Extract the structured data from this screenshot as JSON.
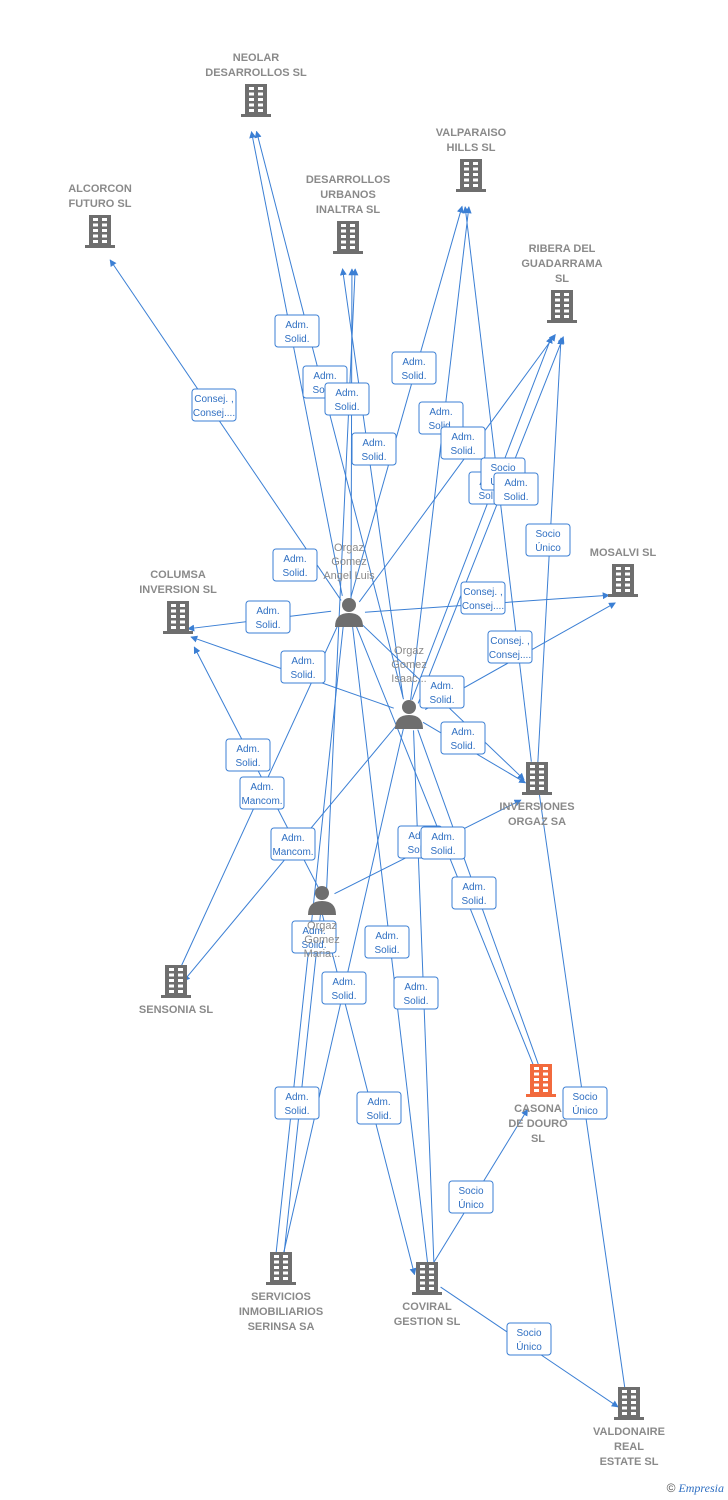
{
  "companies": [
    {
      "id": "neolar",
      "lines": [
        "NEOLAR",
        "DESARROLLOS SL"
      ],
      "main": false
    },
    {
      "id": "valparaiso",
      "lines": [
        "VALPARAISO",
        "HILLS SL"
      ],
      "main": false
    },
    {
      "id": "alcorcon",
      "lines": [
        "ALCORCON",
        "FUTURO SL"
      ],
      "main": false
    },
    {
      "id": "inaltra",
      "lines": [
        "DESARROLLOS",
        "URBANOS",
        "INALTRA SL"
      ],
      "main": false
    },
    {
      "id": "ribera",
      "lines": [
        "RIBERA DEL",
        "GUADARRAMA",
        "SL"
      ],
      "main": false
    },
    {
      "id": "mosalvi",
      "lines": [
        "MOSALVI SL"
      ],
      "main": false
    },
    {
      "id": "columsa",
      "lines": [
        "COLUMSA",
        "INVERSION SL"
      ],
      "main": false
    },
    {
      "id": "inversiones",
      "lines": [
        "INVERSIONES",
        "ORGAZ SA"
      ],
      "main": false
    },
    {
      "id": "sensonia",
      "lines": [
        "SENSONIA SL"
      ],
      "main": false
    },
    {
      "id": "casona",
      "lines": [
        "CASONA",
        "DE DOURO",
        "SL"
      ],
      "main": true
    },
    {
      "id": "serinsa",
      "lines": [
        "SERVICIOS",
        "INMOBILIARIOS",
        "SERINSA SA"
      ],
      "main": false
    },
    {
      "id": "coviral",
      "lines": [
        "COVIRAL",
        "GESTION SL"
      ],
      "main": false
    },
    {
      "id": "valdonaire",
      "lines": [
        "VALDONAIRE",
        "REAL",
        "ESTATE SL"
      ],
      "main": false
    }
  ],
  "persons": [
    {
      "id": "angel",
      "lines": [
        "Orgaz",
        "Gomez",
        "Angel Luis"
      ]
    },
    {
      "id": "isaac",
      "lines": [
        "Orgaz",
        "Gomez",
        "Isaac..."
      ]
    },
    {
      "id": "maria",
      "lines": [
        "Orgaz",
        "Gomez",
        "Maria..."
      ]
    }
  ],
  "edges": [
    {
      "from": "angel",
      "to": "neolar",
      "label": [
        "Adm.",
        "Solid."
      ]
    },
    {
      "from": "isaac",
      "to": "neolar",
      "label": [
        "Adm.",
        "Solid."
      ]
    },
    {
      "from": "angel",
      "to": "alcorcon",
      "label": [
        "Consej. ,",
        "Consej...."
      ]
    },
    {
      "from": "angel",
      "to": "inaltra",
      "label": [
        "Adm.",
        "Solid."
      ]
    },
    {
      "from": "maria",
      "to": "inaltra",
      "label": [
        "Adm.",
        "Solid."
      ]
    },
    {
      "from": "isaac",
      "to": "inaltra",
      "label": [
        "Adm.",
        "Solid."
      ]
    },
    {
      "from": "angel",
      "to": "valparaiso",
      "label": [
        "Adm.",
        "Solid."
      ]
    },
    {
      "from": "isaac",
      "to": "valparaiso",
      "label": [
        "Adm.",
        "Solid."
      ]
    },
    {
      "from": "angel",
      "to": "ribera",
      "label": [
        "Adm.",
        "Solid."
      ]
    },
    {
      "from": "isaac",
      "to": "ribera",
      "label": [
        "Adm.",
        "Solid."
      ]
    },
    {
      "from": "inversiones",
      "to": "valparaiso",
      "label": [
        "Socio",
        "Único"
      ]
    },
    {
      "from": "isaac",
      "to": "ribera",
      "label": [
        "Adm.",
        "Solid."
      ]
    },
    {
      "from": "inversiones",
      "to": "ribera",
      "label": [
        "Socio",
        "Único"
      ]
    },
    {
      "from": "angel",
      "to": "mosalvi",
      "label": [
        "Consej. ,",
        "Consej...."
      ]
    },
    {
      "from": "isaac",
      "to": "mosalvi",
      "label": [
        "Consej. ,",
        "Consej...."
      ]
    },
    {
      "from": "angel",
      "to": "columsa",
      "label": [
        "Adm.",
        "Solid."
      ]
    },
    {
      "from": "isaac",
      "to": "columsa",
      "label": [
        "Adm.",
        "Solid."
      ]
    },
    {
      "from": "angel",
      "to": "inversiones",
      "label": [
        "Adm.",
        "Solid."
      ]
    },
    {
      "from": "isaac",
      "to": "inversiones",
      "label": [
        "Adm.",
        "Solid."
      ]
    },
    {
      "from": "maria",
      "to": "columsa",
      "label": [
        "Adm.",
        "Solid."
      ]
    },
    {
      "from": "angel",
      "to": "sensonia",
      "label": [
        "Adm.",
        "Mancom."
      ]
    },
    {
      "from": "isaac",
      "to": "sensonia",
      "label": [
        "Adm.",
        "Mancom."
      ]
    },
    {
      "from": "maria",
      "to": "inversiones",
      "label": [
        "Adm.",
        "Solid."
      ]
    },
    {
      "from": "angel",
      "to": "casona",
      "label": [
        "Adm.",
        "Solid."
      ]
    },
    {
      "from": "isaac",
      "to": "casona",
      "label": [
        "Adm.",
        "Solid."
      ]
    },
    {
      "from": "angel",
      "to": "serinsa",
      "label": [
        "Adm.",
        "Solid."
      ]
    },
    {
      "from": "isaac",
      "to": "serinsa",
      "label": [
        "Adm.",
        "Solid."
      ]
    },
    {
      "from": "maria",
      "to": "serinsa",
      "label": [
        "Adm.",
        "Solid."
      ]
    },
    {
      "from": "angel",
      "to": "coviral",
      "label": [
        "Adm.",
        "Solid."
      ]
    },
    {
      "from": "isaac",
      "to": "coviral",
      "label": [
        "Adm.",
        "Solid."
      ]
    },
    {
      "from": "maria",
      "to": "coviral",
      "label": [
        "Adm.",
        "Solid."
      ]
    },
    {
      "from": "coviral",
      "to": "casona",
      "label": [
        "Socio",
        "Único"
      ]
    },
    {
      "from": "inversiones",
      "to": "valdonaire",
      "label": [
        "Socio",
        "Único"
      ]
    },
    {
      "from": "coviral",
      "to": "valdonaire",
      "label": [
        "Socio",
        "Único"
      ]
    }
  ],
  "footer": {
    "copyright": "©",
    "brand": "Empresia"
  },
  "colors": {
    "edge": "#3b7fd4",
    "company_icon": "#6e6e6e",
    "main_company_icon": "#f26a3d",
    "label_text": "#8a8a8a"
  }
}
